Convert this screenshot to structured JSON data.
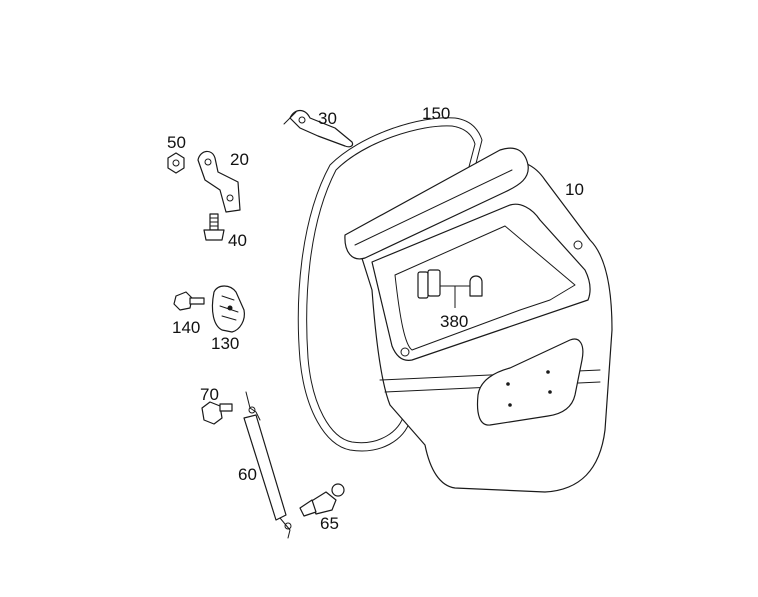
{
  "callouts": {
    "c10": "10",
    "c20": "20",
    "c30": "30",
    "c40": "40",
    "c50": "50",
    "c60": "60",
    "c65": "65",
    "c70": "70",
    "c130": "130",
    "c140": "140",
    "c150": "150",
    "c380": "380"
  }
}
